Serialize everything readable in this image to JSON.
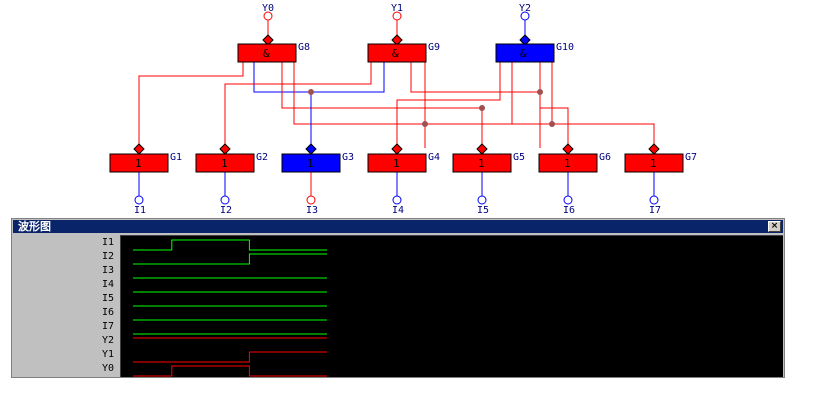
{
  "window": {
    "title": "波形图",
    "close_glyph": "×"
  },
  "colors": {
    "gate_active": "#ff0000",
    "gate_inactive": "#0000ff",
    "wire_high": "#ff0000",
    "wire_low": "#0000ff",
    "wave_input": "#00ff00",
    "wave_output": "#ff0000",
    "label_color": "#000080"
  },
  "outputs": [
    {
      "label": "Y0",
      "state": "high"
    },
    {
      "label": "Y1",
      "state": "high"
    },
    {
      "label": "Y2",
      "state": "low"
    }
  ],
  "and_gates": [
    {
      "name": "G8",
      "symbol": "&",
      "state": "high"
    },
    {
      "name": "G9",
      "symbol": "&",
      "state": "high"
    },
    {
      "name": "G10",
      "symbol": "&",
      "state": "low"
    }
  ],
  "not_gates": [
    {
      "name": "G1",
      "symbol": "1",
      "state": "high"
    },
    {
      "name": "G2",
      "symbol": "1",
      "state": "high"
    },
    {
      "name": "G3",
      "symbol": "1",
      "state": "low"
    },
    {
      "name": "G4",
      "symbol": "1",
      "state": "high"
    },
    {
      "name": "G5",
      "symbol": "1",
      "state": "high"
    },
    {
      "name": "G6",
      "symbol": "1",
      "state": "high"
    },
    {
      "name": "G7",
      "symbol": "1",
      "state": "high"
    }
  ],
  "inputs": [
    {
      "label": "I1",
      "state": "low"
    },
    {
      "label": "I2",
      "state": "low"
    },
    {
      "label": "I3",
      "state": "high"
    },
    {
      "label": "I4",
      "state": "low"
    },
    {
      "label": "I5",
      "state": "low"
    },
    {
      "label": "I6",
      "state": "low"
    },
    {
      "label": "I7",
      "state": "low"
    }
  ],
  "waveform": {
    "signals": [
      {
        "label": "I1",
        "kind": "input",
        "transitions": [
          [
            0,
            0
          ],
          [
            0.2,
            1
          ],
          [
            0.6,
            0
          ],
          [
            1,
            0
          ]
        ]
      },
      {
        "label": "I2",
        "kind": "input",
        "transitions": [
          [
            0,
            0
          ],
          [
            0.6,
            1
          ],
          [
            1,
            1
          ]
        ]
      },
      {
        "label": "I3",
        "kind": "input",
        "transitions": [
          [
            0,
            0
          ],
          [
            1,
            0
          ]
        ]
      },
      {
        "label": "I4",
        "kind": "input",
        "transitions": [
          [
            0,
            0
          ],
          [
            1,
            0
          ]
        ]
      },
      {
        "label": "I5",
        "kind": "input",
        "transitions": [
          [
            0,
            0
          ],
          [
            1,
            0
          ]
        ]
      },
      {
        "label": "I6",
        "kind": "input",
        "transitions": [
          [
            0,
            0
          ],
          [
            1,
            0
          ]
        ]
      },
      {
        "label": "I7",
        "kind": "input",
        "transitions": [
          [
            0,
            0
          ],
          [
            1,
            0
          ]
        ]
      },
      {
        "label": "Y2",
        "kind": "output",
        "transitions": [
          [
            0,
            1
          ],
          [
            1,
            1
          ]
        ]
      },
      {
        "label": "Y1",
        "kind": "output",
        "transitions": [
          [
            0,
            0
          ],
          [
            0.6,
            1
          ],
          [
            1,
            1
          ]
        ]
      },
      {
        "label": "Y0",
        "kind": "output",
        "transitions": [
          [
            0,
            0
          ],
          [
            0.2,
            1
          ],
          [
            0.6,
            0
          ],
          [
            1,
            0
          ]
        ]
      }
    ]
  }
}
